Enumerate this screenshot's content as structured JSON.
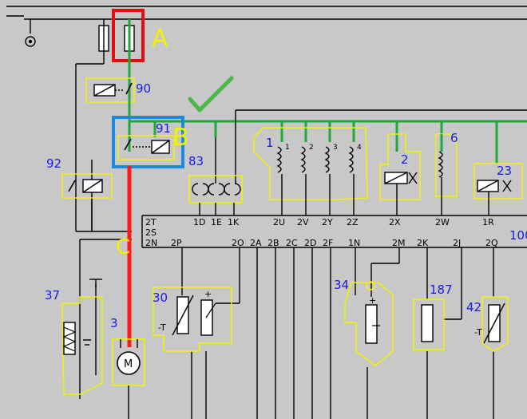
{
  "markers": {
    "a": "A",
    "b": "B",
    "c": "C"
  },
  "components": {
    "c90": "90",
    "c91": "91",
    "c92": "92",
    "c83": "83",
    "c1": "1",
    "c2": "2",
    "c6": "6",
    "c23": "23",
    "c37": "37",
    "c3": "3",
    "c30": "30",
    "c34": "34",
    "c187": "187",
    "c42": "42",
    "c100": "100"
  },
  "coils": [
    "1",
    "2",
    "3",
    "4"
  ],
  "pins_top": [
    "1D",
    "1E",
    "1K",
    "2U",
    "2V",
    "2Y",
    "2Z",
    "2X",
    "2W",
    "1R"
  ],
  "pins_left": [
    "2T",
    "2S",
    "2N"
  ],
  "pins_bottom": [
    "2P",
    "2O",
    "2A",
    "2B",
    "2C",
    "2D",
    "2F",
    "1N",
    "2M",
    "2K",
    "2J",
    "2Q"
  ],
  "symbols": {
    "motor": "M",
    "temp_a": "-T",
    "temp_b": "-T",
    "plus_a": "+",
    "plus_b": "+"
  },
  "colors": {
    "supply_highlight": "#1fa83a",
    "fault_path": "#ff1a1a",
    "fuse_box": "#e01010",
    "relay_box": "#1a8ae0",
    "component_outline": "#f2f200",
    "check_mark": "#4cb848"
  }
}
